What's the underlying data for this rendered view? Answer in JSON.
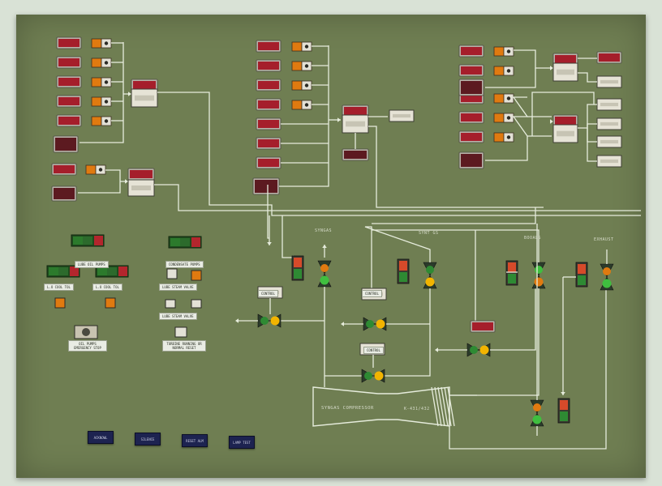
{
  "panel_labels": {
    "syngas_left": "SYNGAS",
    "syngas_center": "SYNT GS",
    "right_stream_1": "BOOALS",
    "right_stream_2": "EXHAUST"
  },
  "compressor": {
    "name": "SYNGAS COMPRESSOR",
    "tag": "K-431/432"
  },
  "tags": {
    "lube_oil_pumps": "LUBE OIL PUMPS",
    "condensate_pumps": "CONDENSATE PUMPS",
    "lo_cool_tol": "L.O COOL TOL",
    "lo_cool_tol_2": "L.O COOL TOL",
    "lube_steam_valve": "LUBE STEAM VALVE",
    "lube_steam_valve_2": "LUBE STEAM VALVE",
    "oil_pumps_emergency_stop": "OIL PUMPS EMERGENCY STOP",
    "turbine_runnning": "TURBINE RUNNING OR NORMAL RESET",
    "compressor_ctrl": "CONTROL",
    "valve_tag_center": "CONTROL",
    "valve_tag_lower": "CONTROL"
  },
  "buttons": [
    "ACKNOWL",
    "SILENCE",
    "RESET ALM",
    "LAMP TEST"
  ],
  "colors": {
    "board": "#6f7e52",
    "wall": "#d9e2d6",
    "line": "#e6ecdc",
    "alarm_red": "#a51e2b",
    "alarm_dark": "#5c1a20",
    "lamp_amber": "#f2b400",
    "lamp_green": "#3a9a3c",
    "lamp_orange": "#e07a10",
    "status_green": "#2c7a2c",
    "button_navy": "#1d2350"
  },
  "icons": [
    "valve-icon",
    "lamp-icon",
    "status-light-icon",
    "flow-arrow-icon",
    "selector-switch-icon"
  ]
}
